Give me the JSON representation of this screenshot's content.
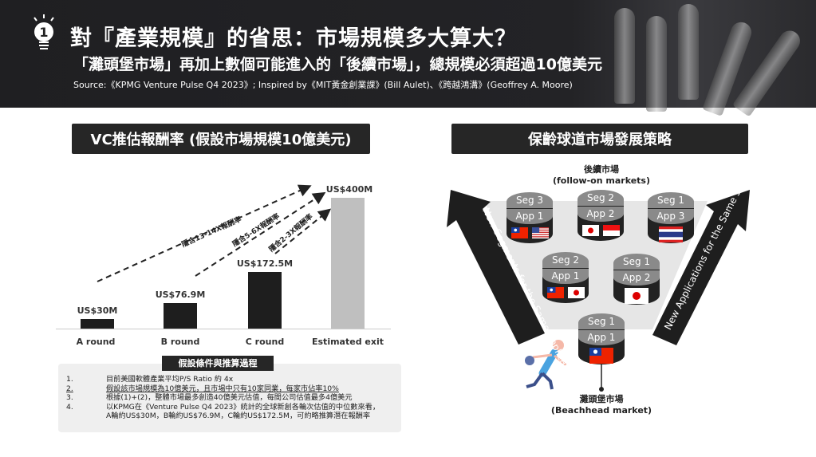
{
  "header": {
    "badge_number": "1",
    "title": "對『產業規模』的省思：市場規模多大算大？",
    "subtitle": "「灘頭堡市場」再加上數個可能進入的「後續市場」，總規模必須超過10億美元",
    "source": "Source:《KPMG Venture Pulse Q4 2023》; Inspired by《MIT黃金創業課》(Bill Aulet)、《跨越鴻溝》(Geoffrey A. Moore)"
  },
  "left": {
    "section_title": "VC推估報酬率 (假設市場規模10億美元)",
    "chart_data": {
      "type": "bar",
      "categories": [
        "A round",
        "B round",
        "C round",
        "Estimated exit"
      ],
      "values": [
        30,
        76.9,
        172.5,
        400
      ],
      "value_labels": [
        "US$30M",
        "US$76.9M",
        "US$172.5M",
        "US$400M"
      ],
      "ylim": [
        0,
        400
      ],
      "colors": [
        "#1e1e1e",
        "#1e1e1e",
        "#1e1e1e",
        "#bfbfbf"
      ],
      "annotations": [
        "隱含13-14X報酬率",
        "隱含5-6X報酬率",
        "隱含2-3X報酬率"
      ]
    },
    "notes_title": "假設條件與推算過程",
    "notes": [
      {
        "n": "1.",
        "text": "目前美國軟體產業平均P/S Ratio 約 4x"
      },
      {
        "n": "2.",
        "text": "假設該市場規模為10億美元，且市場中只有10家同業，每家市佔率10%"
      },
      {
        "n": "3.",
        "text": "根據(1)+(2)，整體市場最多創造40億美元估值，每間公司估值最多4億美元"
      },
      {
        "n": "4.",
        "text": "以KPMG在《Venture Pulse Q4 2023》統計的全球新創各輪次估值的中位數來看，"
      },
      {
        "n": "",
        "text": "A輪約US$30M，B輪約US$76.9M，C輪約US$172.5M，可約略推算潛在報酬率"
      }
    ]
  },
  "right": {
    "section_title": "保齡球道市場發展策略",
    "follow_on_label": "後續市場",
    "follow_on_label_en": "(follow-on markets)",
    "beachhead_label": "灘頭堡市場",
    "beachhead_label_en": "(Beachhead market)",
    "left_arrow_text": "New Segments for the Same Application",
    "right_arrow_text": "New Applications for the Same Segment",
    "pins": [
      {
        "seg": "Seg 3",
        "app": "App 1",
        "flags": [
          "taiwan",
          "usa"
        ]
      },
      {
        "seg": "Seg 2",
        "app": "App 2",
        "flags": [
          "japan",
          "indonesia"
        ]
      },
      {
        "seg": "Seg 1",
        "app": "App 3",
        "flags": [
          "thailand"
        ]
      },
      {
        "seg": "Seg 2",
        "app": "App 1",
        "flags": [
          "taiwan",
          "japan"
        ]
      },
      {
        "seg": "Seg 1",
        "app": "App 2",
        "flags": [
          "japan"
        ]
      },
      {
        "seg": "Seg 1",
        "app": "App 1",
        "flags": [
          "taiwan"
        ]
      }
    ]
  }
}
